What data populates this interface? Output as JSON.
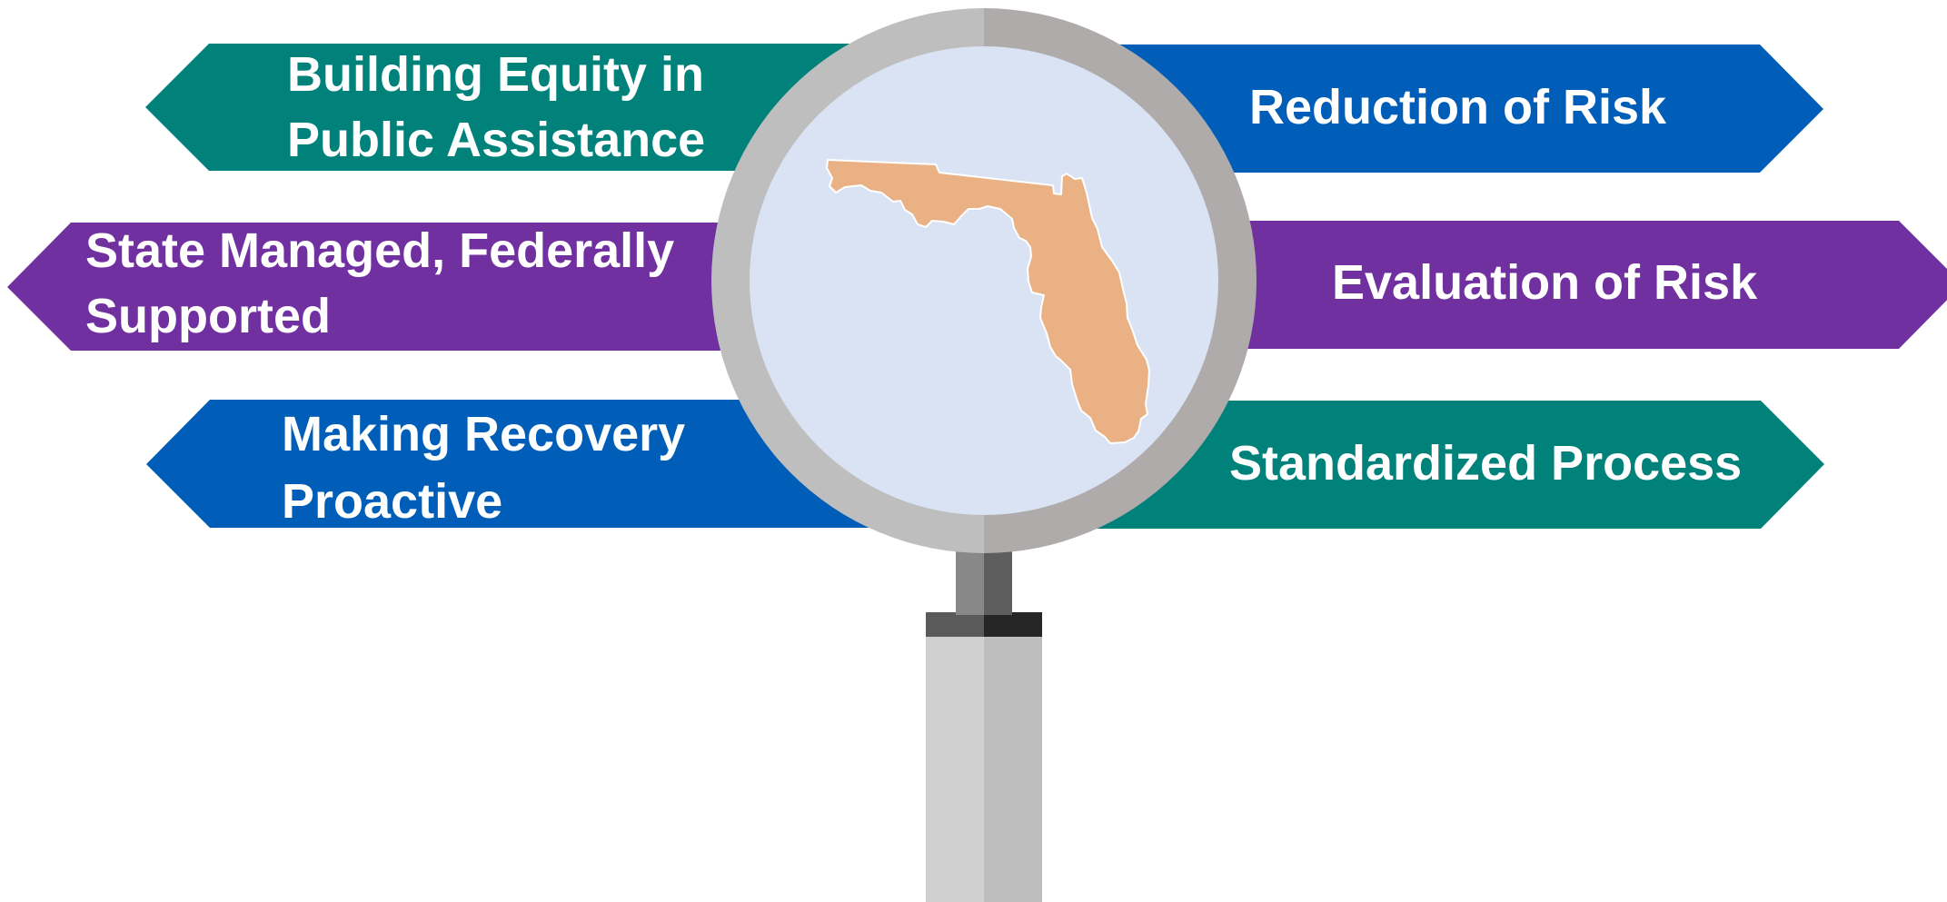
{
  "colors": {
    "teal": "#00827A",
    "blue": "#005EB8",
    "purple": "#7030A0",
    "lens_fill": "#DAE3F3",
    "rim_light": "#BFBEBE",
    "rim_dark": "#AFABAB",
    "florida": "#EAB185",
    "handle_light": "#D0D0D0",
    "handle_dark": "#BEBEBE",
    "collar_light": "#5A5A5A",
    "collar_dark": "#262626",
    "neck_light": "#888888",
    "neck_dark": "#5E5E5E"
  },
  "banners": {
    "left": [
      {
        "color": "teal",
        "lines": [
          "Building Equity in",
          "Public Assistance"
        ]
      },
      {
        "color": "purple",
        "lines": [
          "State Managed, Federally",
          "Supported"
        ]
      },
      {
        "color": "blue",
        "lines": [
          "Making Recovery",
          "Proactive"
        ]
      }
    ],
    "right": [
      {
        "color": "blue",
        "lines": [
          "Reduction of  Risk"
        ]
      },
      {
        "color": "purple",
        "lines": [
          "Evaluation of Risk"
        ]
      },
      {
        "color": "teal",
        "lines": [
          "Standardized Process"
        ]
      }
    ]
  },
  "center": {
    "icon": "magnifying-glass-icon",
    "map_icon": "florida-map-icon"
  }
}
